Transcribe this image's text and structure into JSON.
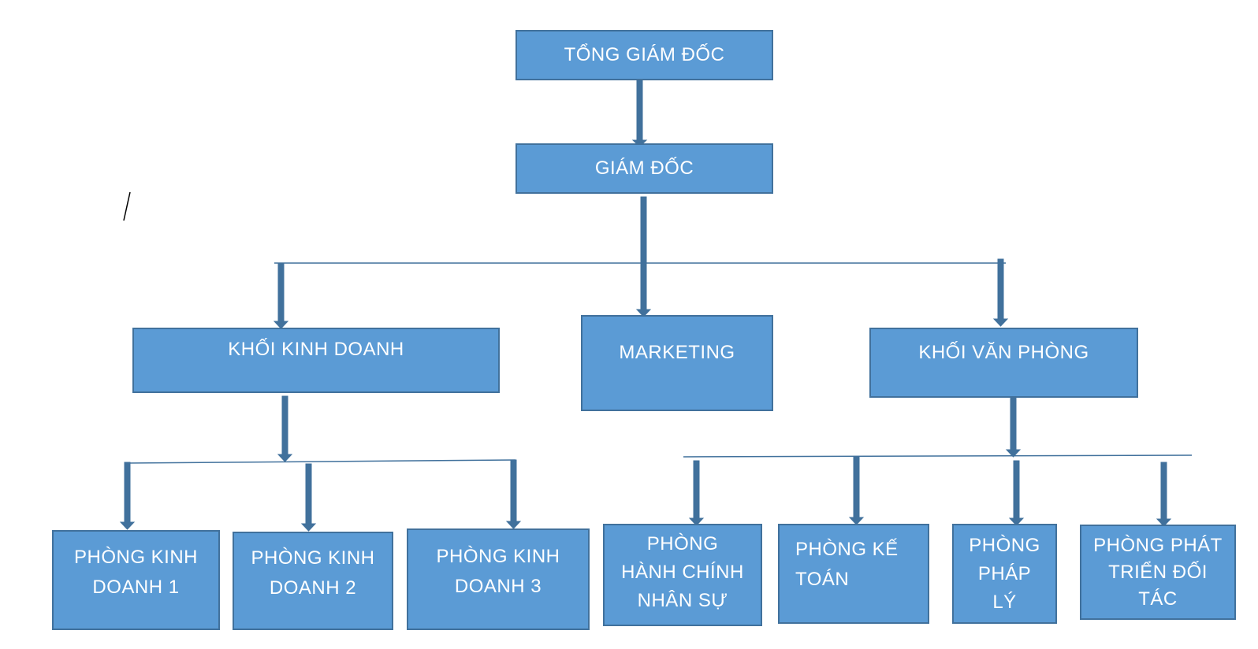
{
  "colors": {
    "box_fill": "#5b9bd5",
    "box_border": "#41719c",
    "connector": "#41719c",
    "text": "#ffffff"
  },
  "nodes": {
    "tong_giam_doc": "TỔNG GIÁM ĐỐC",
    "giam_doc": "GIÁM ĐỐC",
    "khoi_kinh_doanh": "KHỐI KINH DOANH",
    "marketing": "MARKETING",
    "khoi_van_phong": "KHỐI VĂN PHÒNG",
    "phong_kinh_doanh_1": "PHÒNG KINH\nDOANH 1",
    "phong_kinh_doanh_2": "PHÒNG KINH\nDOANH 2",
    "phong_kinh_doanh_3": "PHÒNG KINH\nDOANH 3",
    "phong_hanh_chinh_nhan_su": "PHÒNG\nHÀNH CHÍNH\nNHÂN SỰ",
    "phong_ke_toan": "PHÒNG KẾ\nTOÁN",
    "phong_phap_ly": "PHÒNG\nPHÁP\nLÝ",
    "phong_phat_trien_doi_tac": "PHÒNG PHÁT\nTRIỂN ĐỐI\nTÁC"
  },
  "hierarchy": [
    {
      "parent": "TỔNG GIÁM ĐỐC",
      "children": [
        "GIÁM ĐỐC"
      ]
    },
    {
      "parent": "GIÁM ĐỐC",
      "children": [
        "KHỐI KINH DOANH",
        "MARKETING",
        "KHỐI VĂN PHÒNG"
      ]
    },
    {
      "parent": "KHỐI KINH DOANH",
      "children": [
        "PHÒNG KINH DOANH 1",
        "PHÒNG KINH DOANH 2",
        "PHÒNG KINH DOANH 3"
      ]
    },
    {
      "parent": "KHỐI VĂN PHÒNG",
      "children": [
        "PHÒNG HÀNH CHÍNH NHÂN SỰ",
        "PHÒNG KẾ TOÁN",
        "PHÒNG PHÁP LÝ",
        "PHÒNG PHÁT TRIỂN ĐỐI TÁC"
      ]
    }
  ]
}
